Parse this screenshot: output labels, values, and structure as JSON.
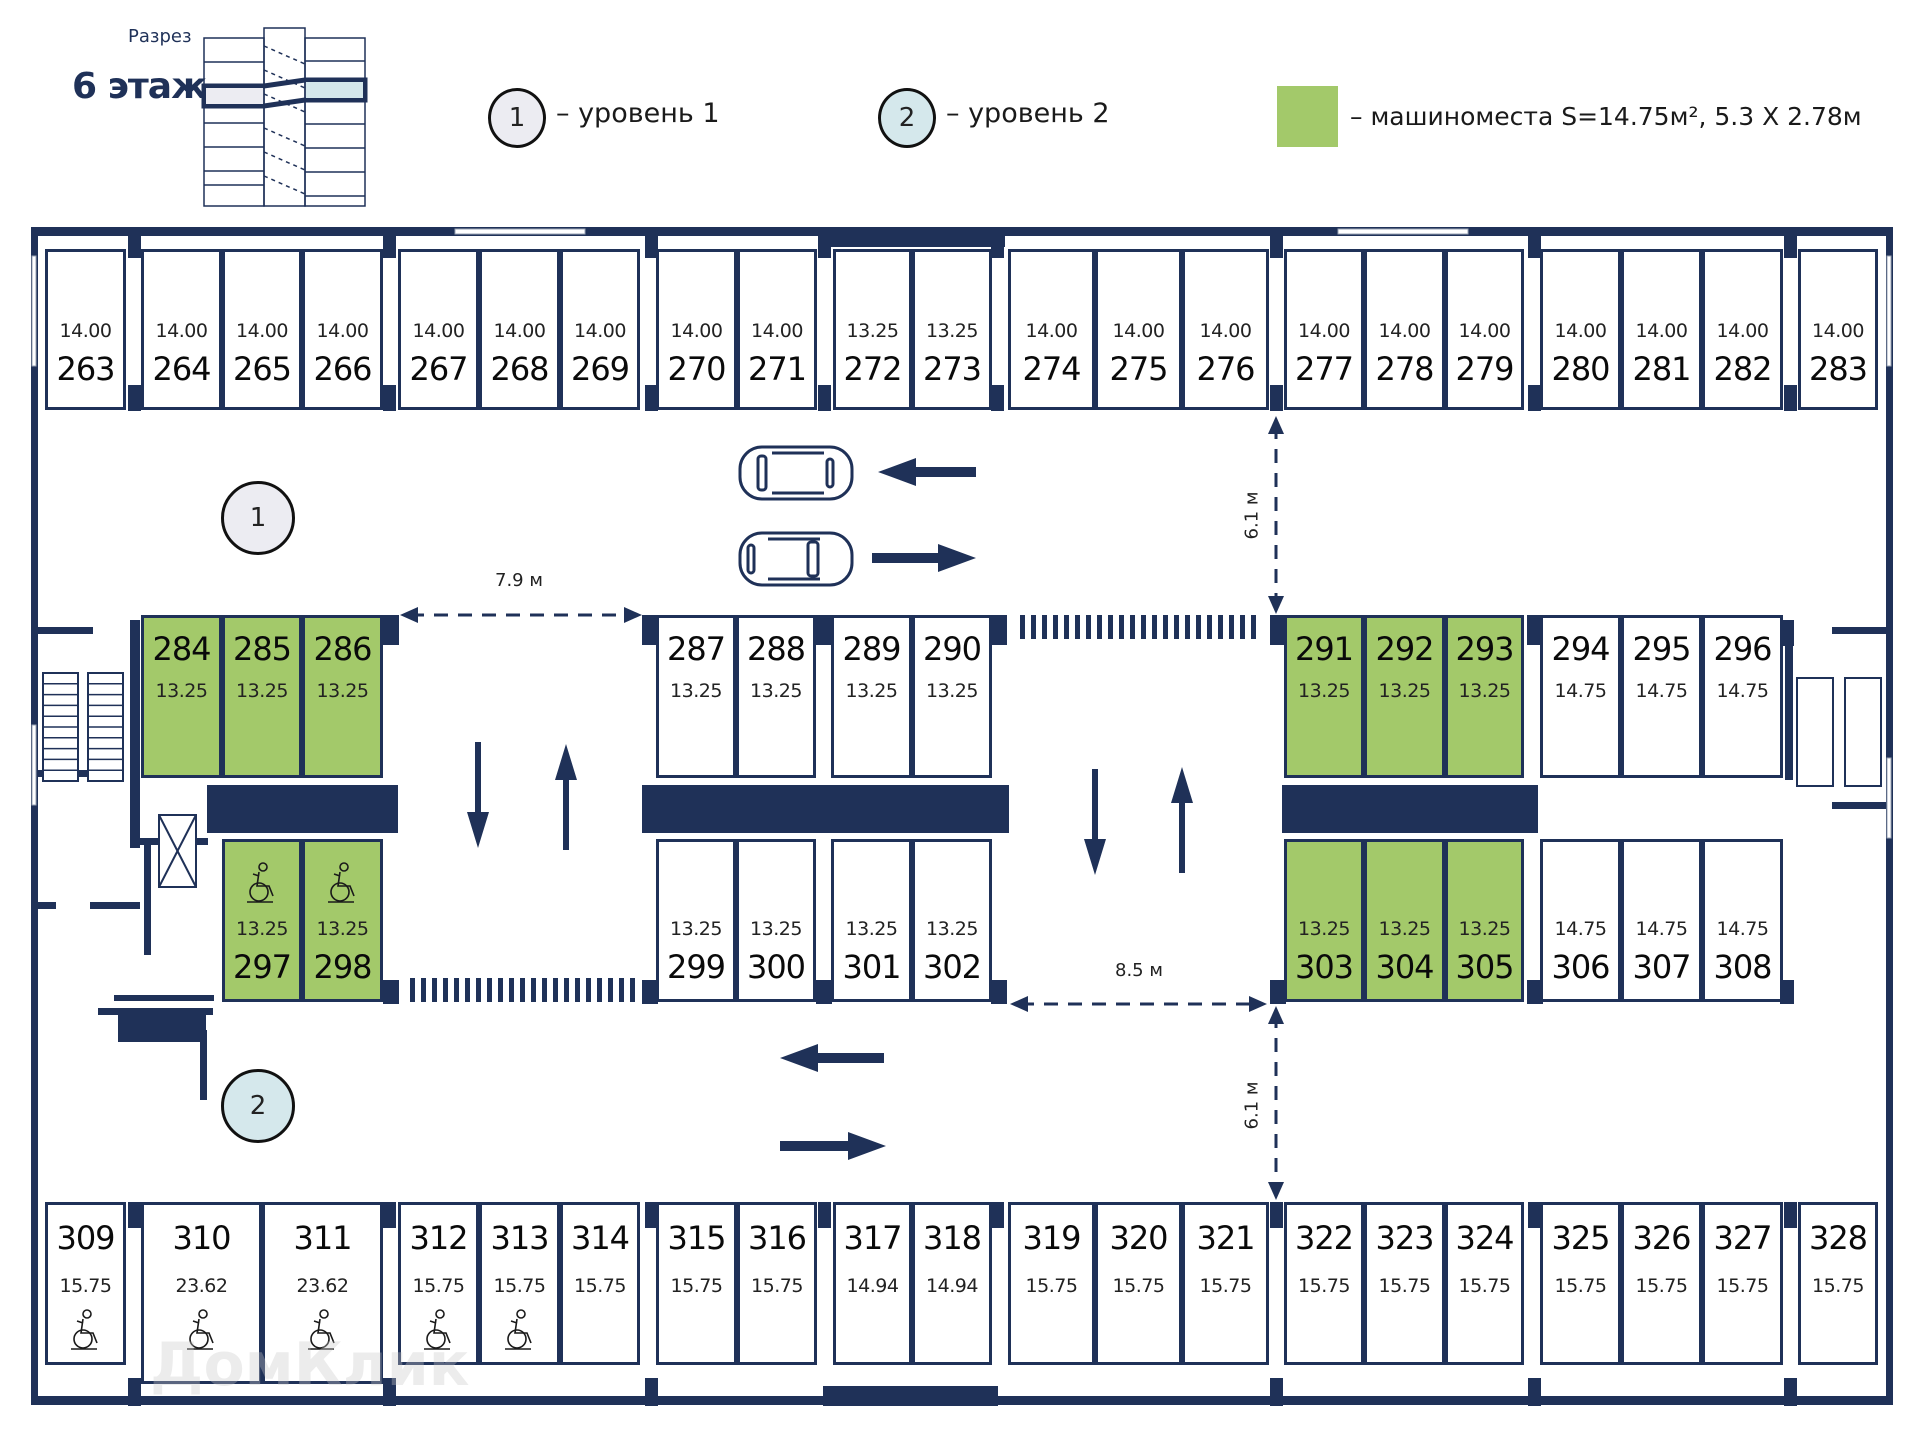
{
  "header": {
    "section_label": "Разрез",
    "floor_label": "6 этаж"
  },
  "legend": {
    "level1": {
      "badge": "1",
      "text": "– уровень 1"
    },
    "level2": {
      "badge": "2",
      "text": "– уровень 2"
    },
    "highlight": {
      "text": "– машиноместа S=14.75м², 5.3 X 2.78м"
    }
  },
  "colors": {
    "wall": "#1f3158",
    "highlight_green": "#a3c96a",
    "level1_fill": "#ececf2",
    "level2_fill": "#d5e8ec"
  },
  "level_markers": {
    "upper": "1",
    "lower": "2"
  },
  "dimensions": {
    "top_lane_width": "6.1 м",
    "bottom_lane_width": "6.1 м",
    "left_passage": "7.9 м",
    "right_passage": "8.5 м"
  },
  "watermark": "ДомКлик",
  "rows": {
    "top": [
      {
        "num": "263",
        "area": "14.00"
      },
      {
        "num": "264",
        "area": "14.00"
      },
      {
        "num": "265",
        "area": "14.00"
      },
      {
        "num": "266",
        "area": "14.00"
      },
      {
        "num": "267",
        "area": "14.00"
      },
      {
        "num": "268",
        "area": "14.00"
      },
      {
        "num": "269",
        "area": "14.00"
      },
      {
        "num": "270",
        "area": "14.00"
      },
      {
        "num": "271",
        "area": "14.00"
      },
      {
        "num": "272",
        "area": "13.25"
      },
      {
        "num": "273",
        "area": "13.25"
      },
      {
        "num": "274",
        "area": "14.00"
      },
      {
        "num": "275",
        "area": "14.00"
      },
      {
        "num": "276",
        "area": "14.00"
      },
      {
        "num": "277",
        "area": "14.00"
      },
      {
        "num": "278",
        "area": "14.00"
      },
      {
        "num": "279",
        "area": "14.00"
      },
      {
        "num": "280",
        "area": "14.00"
      },
      {
        "num": "281",
        "area": "14.00"
      },
      {
        "num": "282",
        "area": "14.00"
      },
      {
        "num": "283",
        "area": "14.00"
      }
    ],
    "mid_upper": [
      {
        "num": "284",
        "area": "13.25",
        "green": true
      },
      {
        "num": "285",
        "area": "13.25",
        "green": true
      },
      {
        "num": "286",
        "area": "13.25",
        "green": true
      },
      {
        "num": "287",
        "area": "13.25"
      },
      {
        "num": "288",
        "area": "13.25"
      },
      {
        "num": "289",
        "area": "13.25"
      },
      {
        "num": "290",
        "area": "13.25"
      },
      {
        "num": "291",
        "area": "13.25",
        "green": true
      },
      {
        "num": "292",
        "area": "13.25",
        "green": true
      },
      {
        "num": "293",
        "area": "13.25",
        "green": true
      },
      {
        "num": "294",
        "area": "14.75"
      },
      {
        "num": "295",
        "area": "14.75"
      },
      {
        "num": "296",
        "area": "14.75"
      }
    ],
    "mid_lower": [
      {
        "num": "297",
        "area": "13.25",
        "green": true,
        "accessible": true
      },
      {
        "num": "298",
        "area": "13.25",
        "green": true,
        "accessible": true
      },
      {
        "num": "299",
        "area": "13.25"
      },
      {
        "num": "300",
        "area": "13.25"
      },
      {
        "num": "301",
        "area": "13.25"
      },
      {
        "num": "302",
        "area": "13.25"
      },
      {
        "num": "303",
        "area": "13.25",
        "green": true
      },
      {
        "num": "304",
        "area": "13.25",
        "green": true
      },
      {
        "num": "305",
        "area": "13.25",
        "green": true
      },
      {
        "num": "306",
        "area": "14.75"
      },
      {
        "num": "307",
        "area": "14.75"
      },
      {
        "num": "308",
        "area": "14.75"
      }
    ],
    "bottom": [
      {
        "num": "309",
        "area": "15.75",
        "accessible": true
      },
      {
        "num": "310",
        "area": "23.62",
        "accessible": true
      },
      {
        "num": "311",
        "area": "23.62",
        "accessible": true
      },
      {
        "num": "312",
        "area": "15.75",
        "accessible": true
      },
      {
        "num": "313",
        "area": "15.75",
        "accessible": true
      },
      {
        "num": "314",
        "area": "15.75"
      },
      {
        "num": "315",
        "area": "15.75"
      },
      {
        "num": "316",
        "area": "15.75"
      },
      {
        "num": "317",
        "area": "14.94"
      },
      {
        "num": "318",
        "area": "14.94"
      },
      {
        "num": "319",
        "area": "15.75"
      },
      {
        "num": "320",
        "area": "15.75"
      },
      {
        "num": "321",
        "area": "15.75"
      },
      {
        "num": "322",
        "area": "15.75"
      },
      {
        "num": "323",
        "area": "15.75"
      },
      {
        "num": "324",
        "area": "15.75"
      },
      {
        "num": "325",
        "area": "15.75"
      },
      {
        "num": "326",
        "area": "15.75"
      },
      {
        "num": "327",
        "area": "15.75"
      },
      {
        "num": "328",
        "area": "15.75"
      }
    ]
  }
}
